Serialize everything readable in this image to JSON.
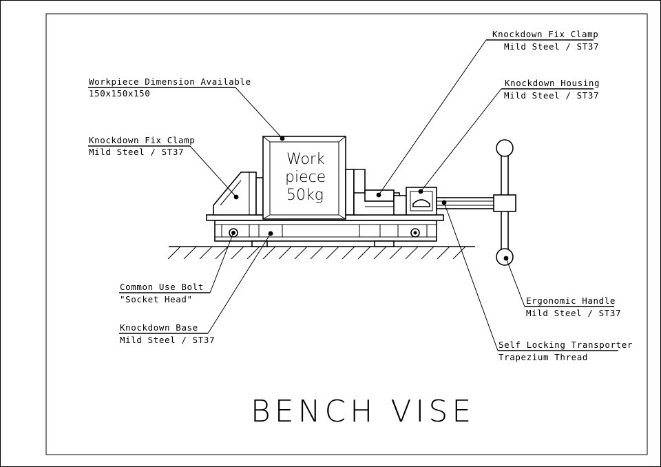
{
  "title": "BENCH VISE",
  "workpiece": {
    "line1": "Work",
    "line2": "piece",
    "line3": "50kg"
  },
  "callouts": {
    "fix_clamp_top": {
      "line1": "Knockdown Fix Clamp",
      "line2": "Mild Steel / ST37"
    },
    "housing": {
      "line1": "Knockdown Housing",
      "line2": "Mild Steel / ST37"
    },
    "workpiece_dimension": {
      "line1": "Workpiece Dimension Available",
      "line2": "150x150x150"
    },
    "fix_clamp_left": {
      "line1": "Knockdown Fix Clamp",
      "line2": "Mild Steel / ST37"
    },
    "bolt": {
      "line1": "Common Use Bolt",
      "line2": "\"Socket Head\""
    },
    "base": {
      "line1": "Knockdown Base",
      "line2": "Mild Steel / ST37"
    },
    "handle": {
      "line1": "Ergonomic Handle",
      "line2": "Mild Steel / ST37"
    },
    "transporter": {
      "line1": "Self Locking Transporter",
      "line2": "Trapezium Thread"
    }
  }
}
